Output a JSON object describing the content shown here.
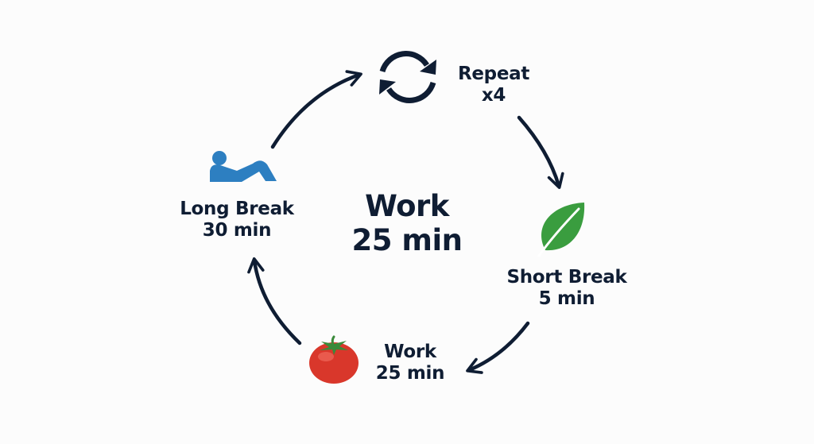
{
  "center": {
    "title": "Work",
    "subtitle": "25 min"
  },
  "steps": {
    "repeat": {
      "title": "Repeat",
      "subtitle": "x4",
      "icon": "repeat-cycle-icon"
    },
    "short_break": {
      "title": "Short Break",
      "subtitle": "5 min",
      "icon": "leaf-icon"
    },
    "work": {
      "title": "Work",
      "subtitle": "25 min",
      "icon": "tomato-icon"
    },
    "long_break": {
      "title": "Long Break",
      "subtitle": "30 min",
      "icon": "person-reclining-icon"
    }
  },
  "colors": {
    "text": "#0f1d33",
    "arrow": "#0f1d33",
    "leaf": "#3a9d3f",
    "tomato": "#d9372b",
    "person": "#2d7fc1"
  }
}
